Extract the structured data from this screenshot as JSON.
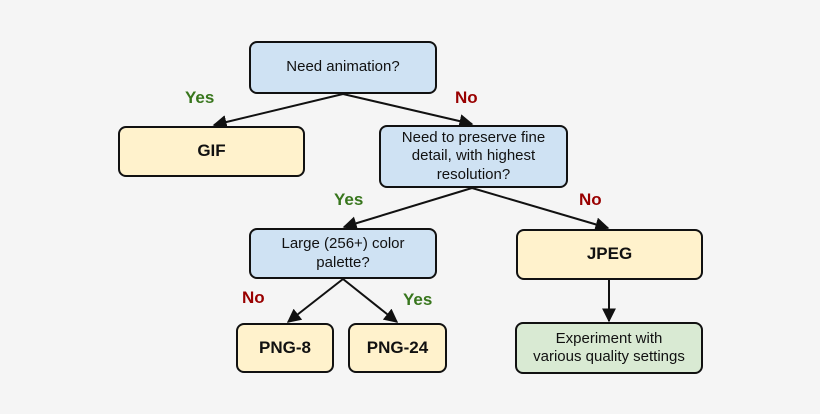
{
  "nodes": {
    "animation": "Need animation?",
    "gif": "GIF",
    "detail_line1": "Need to preserve fine",
    "detail_line2": "detail, with highest",
    "detail_line3": "resolution?",
    "palette_line1": "Large (256+) color",
    "palette_line2": "palette?",
    "jpeg": "JPEG",
    "png8": "PNG-8",
    "png24": "PNG-24",
    "experiment_line1": "Experiment with",
    "experiment_line2": "various quality settings"
  },
  "edges": {
    "animation_yes": "Yes",
    "animation_no": "No",
    "detail_yes": "Yes",
    "detail_no": "No",
    "palette_no": "No",
    "palette_yes": "Yes"
  },
  "colors": {
    "question_fill": "#cfe2f3",
    "result_fill": "#fff2cc",
    "final_fill": "#d9ead3",
    "yes_label": "#38761d",
    "no_label": "#990000",
    "stroke": "#111111",
    "background": "#f5f5f5"
  }
}
